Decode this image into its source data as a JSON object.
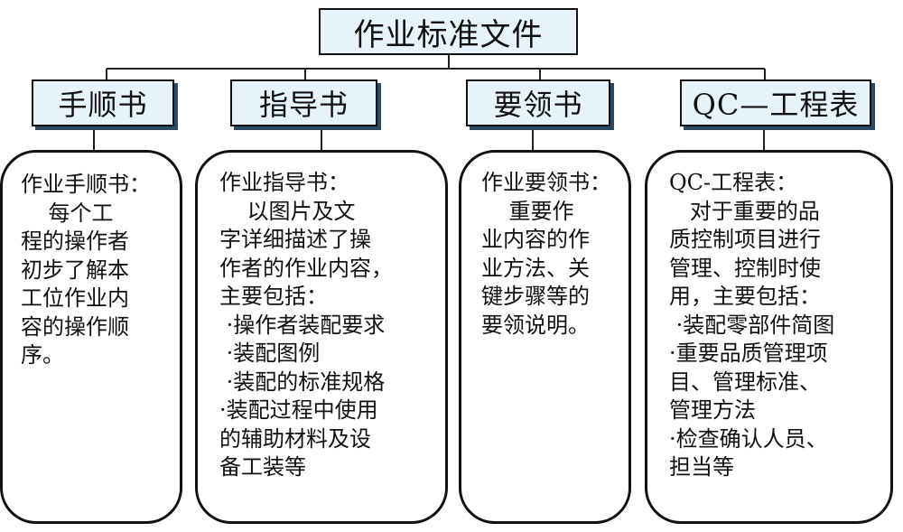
{
  "root": {
    "label": "作业标准文件"
  },
  "categories": [
    {
      "label": "手顺书"
    },
    {
      "label": "指导书"
    },
    {
      "label": "要领书"
    },
    {
      "label": "QC—工程表"
    }
  ],
  "cards": [
    {
      "title": "作业手顺书：",
      "lines": [
        "    每个工",
        "程的操作者",
        "初步了解本",
        "工位作业内",
        "容的操作顺",
        "序。"
      ]
    },
    {
      "title": "作业指导书：",
      "lines": [
        "    以图片及文",
        "字详细描述了操",
        "作者的作业内容，",
        "主要包括：",
        " ·操作者装配要求",
        " ·装配图例",
        " ·装配的标准规格",
        "·装配过程中使用",
        "的辅助材料及设",
        "备工装等"
      ]
    },
    {
      "title": "作业要领书：",
      "lines": [
        "    重要作",
        "业内容的作",
        "业方法、关",
        "键步骤等的",
        "要领说明。"
      ]
    },
    {
      "title": "QC-工程表：",
      "lines": [
        "   对于重要的品",
        "质控制项目进行",
        "管理、控制时使",
        "用，主要包括：",
        " ·装配零部件简图",
        "·重要品质管理项",
        "目、管理标准、",
        "管理方法",
        "·检查确认人员、",
        "担当等"
      ]
    }
  ]
}
